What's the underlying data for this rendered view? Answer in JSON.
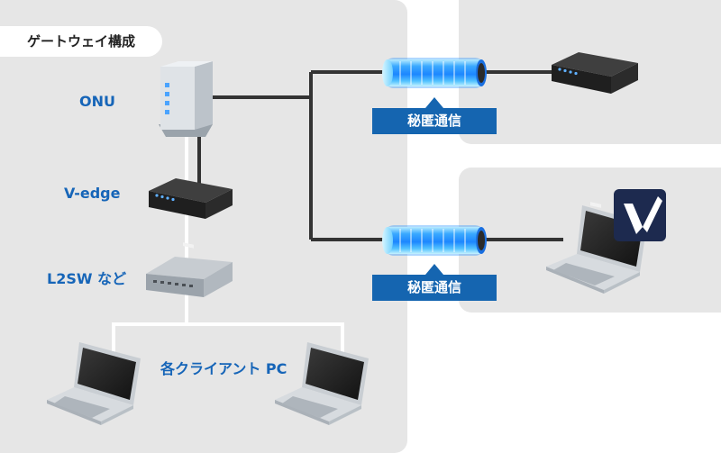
{
  "title": "ゲートウェイ構成",
  "devices": {
    "onu": "ONU",
    "vedge": "V-edge",
    "l2sw": "L2SW など",
    "clients": "各クライアント PC"
  },
  "tunnels": [
    {
      "label": "秘匿通信"
    },
    {
      "label": "秘匿通信"
    }
  ],
  "colors": {
    "panel": "#e6e6e6",
    "accent_blue": "#1565b0",
    "label_blue": "#1665b8",
    "line": "#333333",
    "tunnel": "#3ab4ff"
  },
  "icons": [
    "onu-icon",
    "router-icon",
    "switch-icon",
    "laptop-icon",
    "v-logo-icon",
    "tunnel-icon"
  ]
}
